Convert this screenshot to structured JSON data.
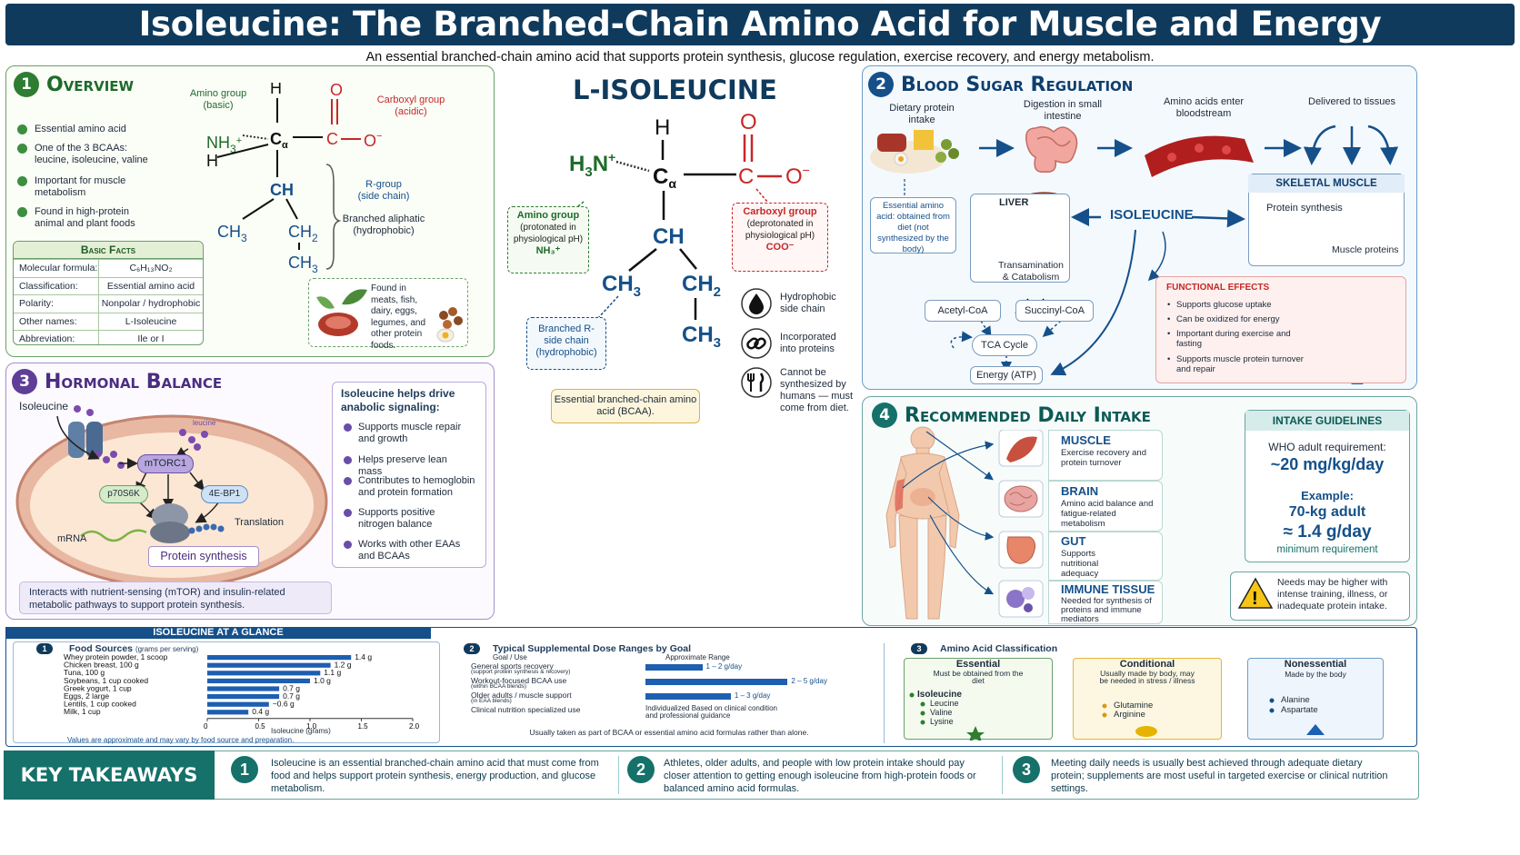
{
  "header": {
    "title": "Isoleucine: The Branched-Chain Amino Acid for Muscle and Energy",
    "subtitle": "An essential branched-chain amino acid that supports protein synthesis, glucose regulation, exercise recovery, and energy metabolism."
  },
  "overview": {
    "num": "1",
    "title": "Overview",
    "items": [
      "Essential amino acid",
      "One of the 3 BCAAs: leucine, isoleucine, valine",
      "Important for muscle metabolism",
      "Found in high-protein animal and plant foods"
    ],
    "facts_title": "Basic Facts",
    "facts": [
      [
        "Molecular formula:",
        "C₆H₁₃NO₂"
      ],
      [
        "Classification:",
        "Essential amino acid"
      ],
      [
        "Polarity:",
        "Nonpolar / hydrophobic"
      ],
      [
        "Other names:",
        "L-Isoleucine"
      ],
      [
        "Abbreviation:",
        "Ile or I"
      ]
    ],
    "amino_label": "Amino group (basic)",
    "carboxyl_label": "Carboxyl group (acidic)",
    "rgroup_label": "R-group (side chain)",
    "branched_label": "Branched aliphatic (hydrophobic)",
    "food_note": "Found in meats, fish, dairy, eggs, legumes, and other protein foods."
  },
  "structure": {
    "title": "L-ISOLEUCINE",
    "amino_box": {
      "title": "Amino group",
      "desc": "(protonated in physiological pH)",
      "formula": "NH₃⁺"
    },
    "carboxyl_box": {
      "title": "Carboxyl group",
      "desc": "(deprotonated in physiological pH)",
      "formula": "COO⁻"
    },
    "rgroup_box": "Branched R-side chain (hydrophobic)",
    "bcaa_box": "Essential branched-chain amino acid (BCAA).",
    "props": [
      "Hydrophobic side chain",
      "Incorporated into proteins",
      "Cannot be synthesized by humans — must come from diet."
    ]
  },
  "blood": {
    "num": "2",
    "title": "Blood Sugar Regulation",
    "steps": [
      "Dietary protein intake",
      "Digestion in small intestine",
      "Amino acids enter bloodstream",
      "Delivered to tissues"
    ],
    "note": "Essential amino acid: obtained from diet (not synthesized by the body)",
    "liver": "LIVER",
    "trans": "Transamination & Catabolism",
    "isoleucine": "ISOLEUCINE",
    "acetyl": "Acetyl-CoA",
    "succinyl": "Succinyl-CoA",
    "tca": "TCA Cycle",
    "atp": "Energy (ATP)",
    "skeletal": "SKELETAL MUSCLE",
    "protsyn": "Protein synthesis",
    "muscle_prot": "Muscle proteins",
    "effects_title": "FUNCTIONAL EFFECTS",
    "effects": [
      "Supports glucose uptake",
      "Can be oxidized for energy",
      "Important during exercise and fasting",
      "Supports muscle protein turnover and repair"
    ]
  },
  "hormonal": {
    "num": "3",
    "title": "Hormonal Balance",
    "iso_label": "Isoleucine",
    "leu_label": "leucine",
    "mtorc": "mTORC1",
    "p70": "p70S6K",
    "ebp": "4E-BP1",
    "translation": "Translation",
    "mrna": "mRNA",
    "protsyn": "Protein synthesis",
    "box_title": "Isoleucine helps drive anabolic signaling:",
    "items": [
      "Supports muscle repair and growth",
      "Helps preserve lean mass",
      "Contributes to hemoglobin and protein formation",
      "Supports positive nitrogen balance",
      "Works with other EAAs and BCAAs"
    ],
    "footer": "Interacts with nutrient-sensing (mTOR) and insulin-related metabolic pathways to support protein synthesis."
  },
  "intake": {
    "num": "4",
    "title": "Recommended Daily Intake",
    "organs": [
      {
        "name": "MUSCLE",
        "desc": "Exercise recovery and protein turnover"
      },
      {
        "name": "BRAIN",
        "desc": "Amino acid balance and fatigue-related metabolism"
      },
      {
        "name": "GUT",
        "desc": "Supports nutritional adequacy"
      },
      {
        "name": "IMMUNE TISSUE",
        "desc": "Needed for synthesis of proteins and immune mediators"
      }
    ],
    "guide_title": "INTAKE GUIDELINES",
    "who": "WHO adult requirement:",
    "who_val": "~20 mg/kg/day",
    "example": "Example:",
    "example_val": "70-kg adult",
    "example_amt": "≈ 1.4 g/day",
    "min_req": "minimum requirement",
    "warn": "Needs may be higher with intense training, illness, or inadequate protein intake."
  },
  "glance": {
    "title": "ISOLEUCINE AT A GLANCE",
    "food": {
      "num": "1",
      "title": "Food Sources",
      "unit": "(grams per serving)",
      "xlabel": "Isoleucine (grams)",
      "note": "Values are approximate and may vary by food source and preparation."
    },
    "dose": {
      "num": "2",
      "title": "Typical Supplemental Dose Ranges by Goal",
      "col1": "Goal / Use",
      "col2": "Approximate Range",
      "rows": [
        {
          "goal": "General sports recovery",
          "sub": "(support protein synthesis & recovery)",
          "range": "1 – 2 g/day",
          "lo": 1,
          "hi": 2
        },
        {
          "goal": "Workout-focused BCAA use",
          "sub": "(within BCAA blends)",
          "range": "2 – 5 g/day",
          "lo": 2,
          "hi": 5
        },
        {
          "goal": "Older adults / muscle support",
          "sub": "(in EAA blends)",
          "range": "1 – 3 g/day",
          "lo": 1,
          "hi": 3
        },
        {
          "goal": "Clinical nutrition specialized use",
          "sub": "",
          "range": "Individualized Based on clinical condition and professional guidance",
          "lo": null,
          "hi": null
        }
      ],
      "note": "Usually taken as part of BCAA or essential amino acid formulas rather than alone."
    },
    "classif": {
      "num": "3",
      "title": "Amino Acid Classification",
      "essential": {
        "title": "Essential",
        "desc": "Must be obtained from the diet",
        "items": [
          "Isoleucine",
          "Leucine",
          "Valine",
          "Lysine"
        ]
      },
      "conditional": {
        "title": "Conditional",
        "desc": "Usually made by body, may be needed in stress / illness",
        "items": [
          "Glutamine",
          "Arginine"
        ]
      },
      "nonessential": {
        "title": "Nonessential",
        "desc": "Made by the body",
        "items": [
          "Alanine",
          "Aspartate"
        ]
      }
    }
  },
  "takeaways": {
    "title": "KEY TAKEAWAYS",
    "items": [
      "Isoleucine is an essential branched-chain amino acid that must come from food and helps support protein synthesis, energy production, and glucose metabolism.",
      "Athletes, older adults, and people with low protein intake should pay closer attention to getting enough isoleucine from high-protein foods or balanced amino acid formulas.",
      "Meeting daily needs is usually best achieved through adequate dietary protein; supplements are most useful in targeted exercise or clinical nutrition settings."
    ]
  },
  "chart_data": {
    "type": "bar",
    "orientation": "horizontal",
    "title": "Food Sources",
    "xlabel": "Isoleucine (grams)",
    "categories": [
      "Whey protein powder, 1 scoop",
      "Chicken breast, 100 g",
      "Tuna, 100 g",
      "Soybeans, 1 cup cooked",
      "Greek yogurt, 1 cup",
      "Eggs, 2 large",
      "Lentils, 1 cup cooked",
      "Milk, 1 cup"
    ],
    "values": [
      1.4,
      1.2,
      1.1,
      1.0,
      0.7,
      0.7,
      0.6,
      0.4
    ],
    "labels": [
      "1.4 g",
      "1.2 g",
      "1.1 g",
      "1.0 g",
      "0.7 g",
      "0.7 g",
      "~0.6 g",
      "0.4 g"
    ],
    "xticks": [
      "0",
      "0.5",
      "1.0",
      "1.5",
      "2.0"
    ],
    "xlim": [
      0,
      2.0
    ]
  },
  "colors": {
    "navy": "#0f3a5c",
    "green": "#2e7d32",
    "purple": "#5e3e97",
    "blue": "#15508a",
    "teal": "#15716a",
    "red": "#c62828",
    "bar": "#1d5fb0"
  }
}
